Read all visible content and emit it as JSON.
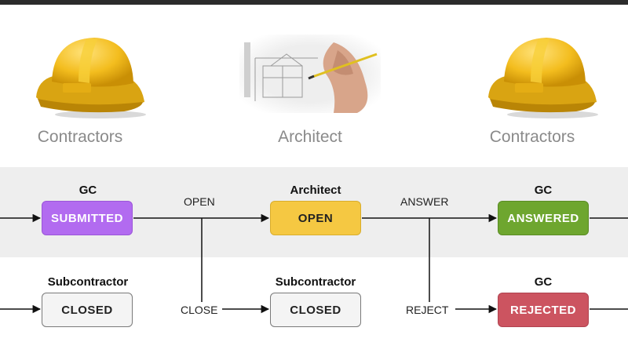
{
  "actors_top": {
    "left": "Contractors",
    "center": "Architect",
    "right": "Contractors"
  },
  "workflow": {
    "row1": {
      "submitted": {
        "owner": "GC",
        "label": "SUBMITTED"
      },
      "open": {
        "owner": "Architect",
        "label": "OPEN"
      },
      "answered": {
        "owner": "GC",
        "label": "ANSWERED"
      }
    },
    "row2": {
      "closed_left": {
        "owner": "Subcontractor",
        "label": "CLOSED"
      },
      "closed_center": {
        "owner": "Subcontractor",
        "label": "CLOSED"
      },
      "rejected": {
        "owner": "GC",
        "label": "REJECTED"
      }
    },
    "transitions": {
      "open": "OPEN",
      "answer": "ANSWER",
      "close": "CLOSE",
      "reject": "REJECT"
    }
  },
  "colors": {
    "submitted": "#b26bf0",
    "open": "#f5c842",
    "answered": "#6ea62f",
    "rejected": "#cc5460",
    "closed": "#f4f4f4",
    "band": "#eeeeee"
  },
  "icons": {
    "left": "hard-hat-icon",
    "center": "architect-drawing-icon",
    "right": "hard-hat-icon"
  }
}
